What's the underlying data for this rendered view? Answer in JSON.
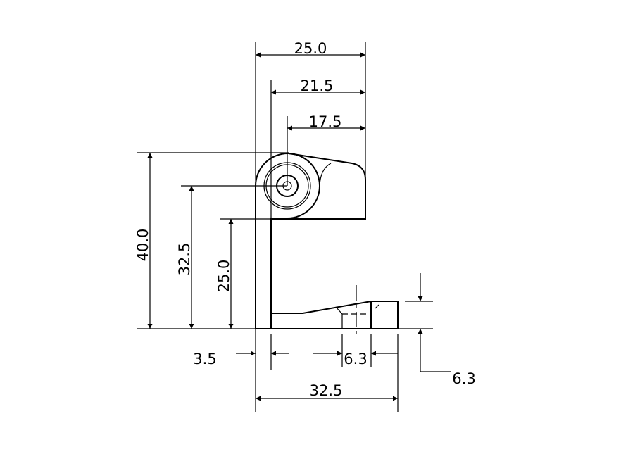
{
  "drawing": {
    "dimensions": {
      "top_width_overall": "25.0",
      "top_width_mid": "21.5",
      "top_width_hole": "17.5",
      "height_overall": "40.0",
      "height_hole_center": "32.5",
      "height_plate": "25.0",
      "plate_thickness": "3.5",
      "slot_width": "6.3",
      "base_length": "32.5",
      "base_height": "6.3"
    }
  }
}
